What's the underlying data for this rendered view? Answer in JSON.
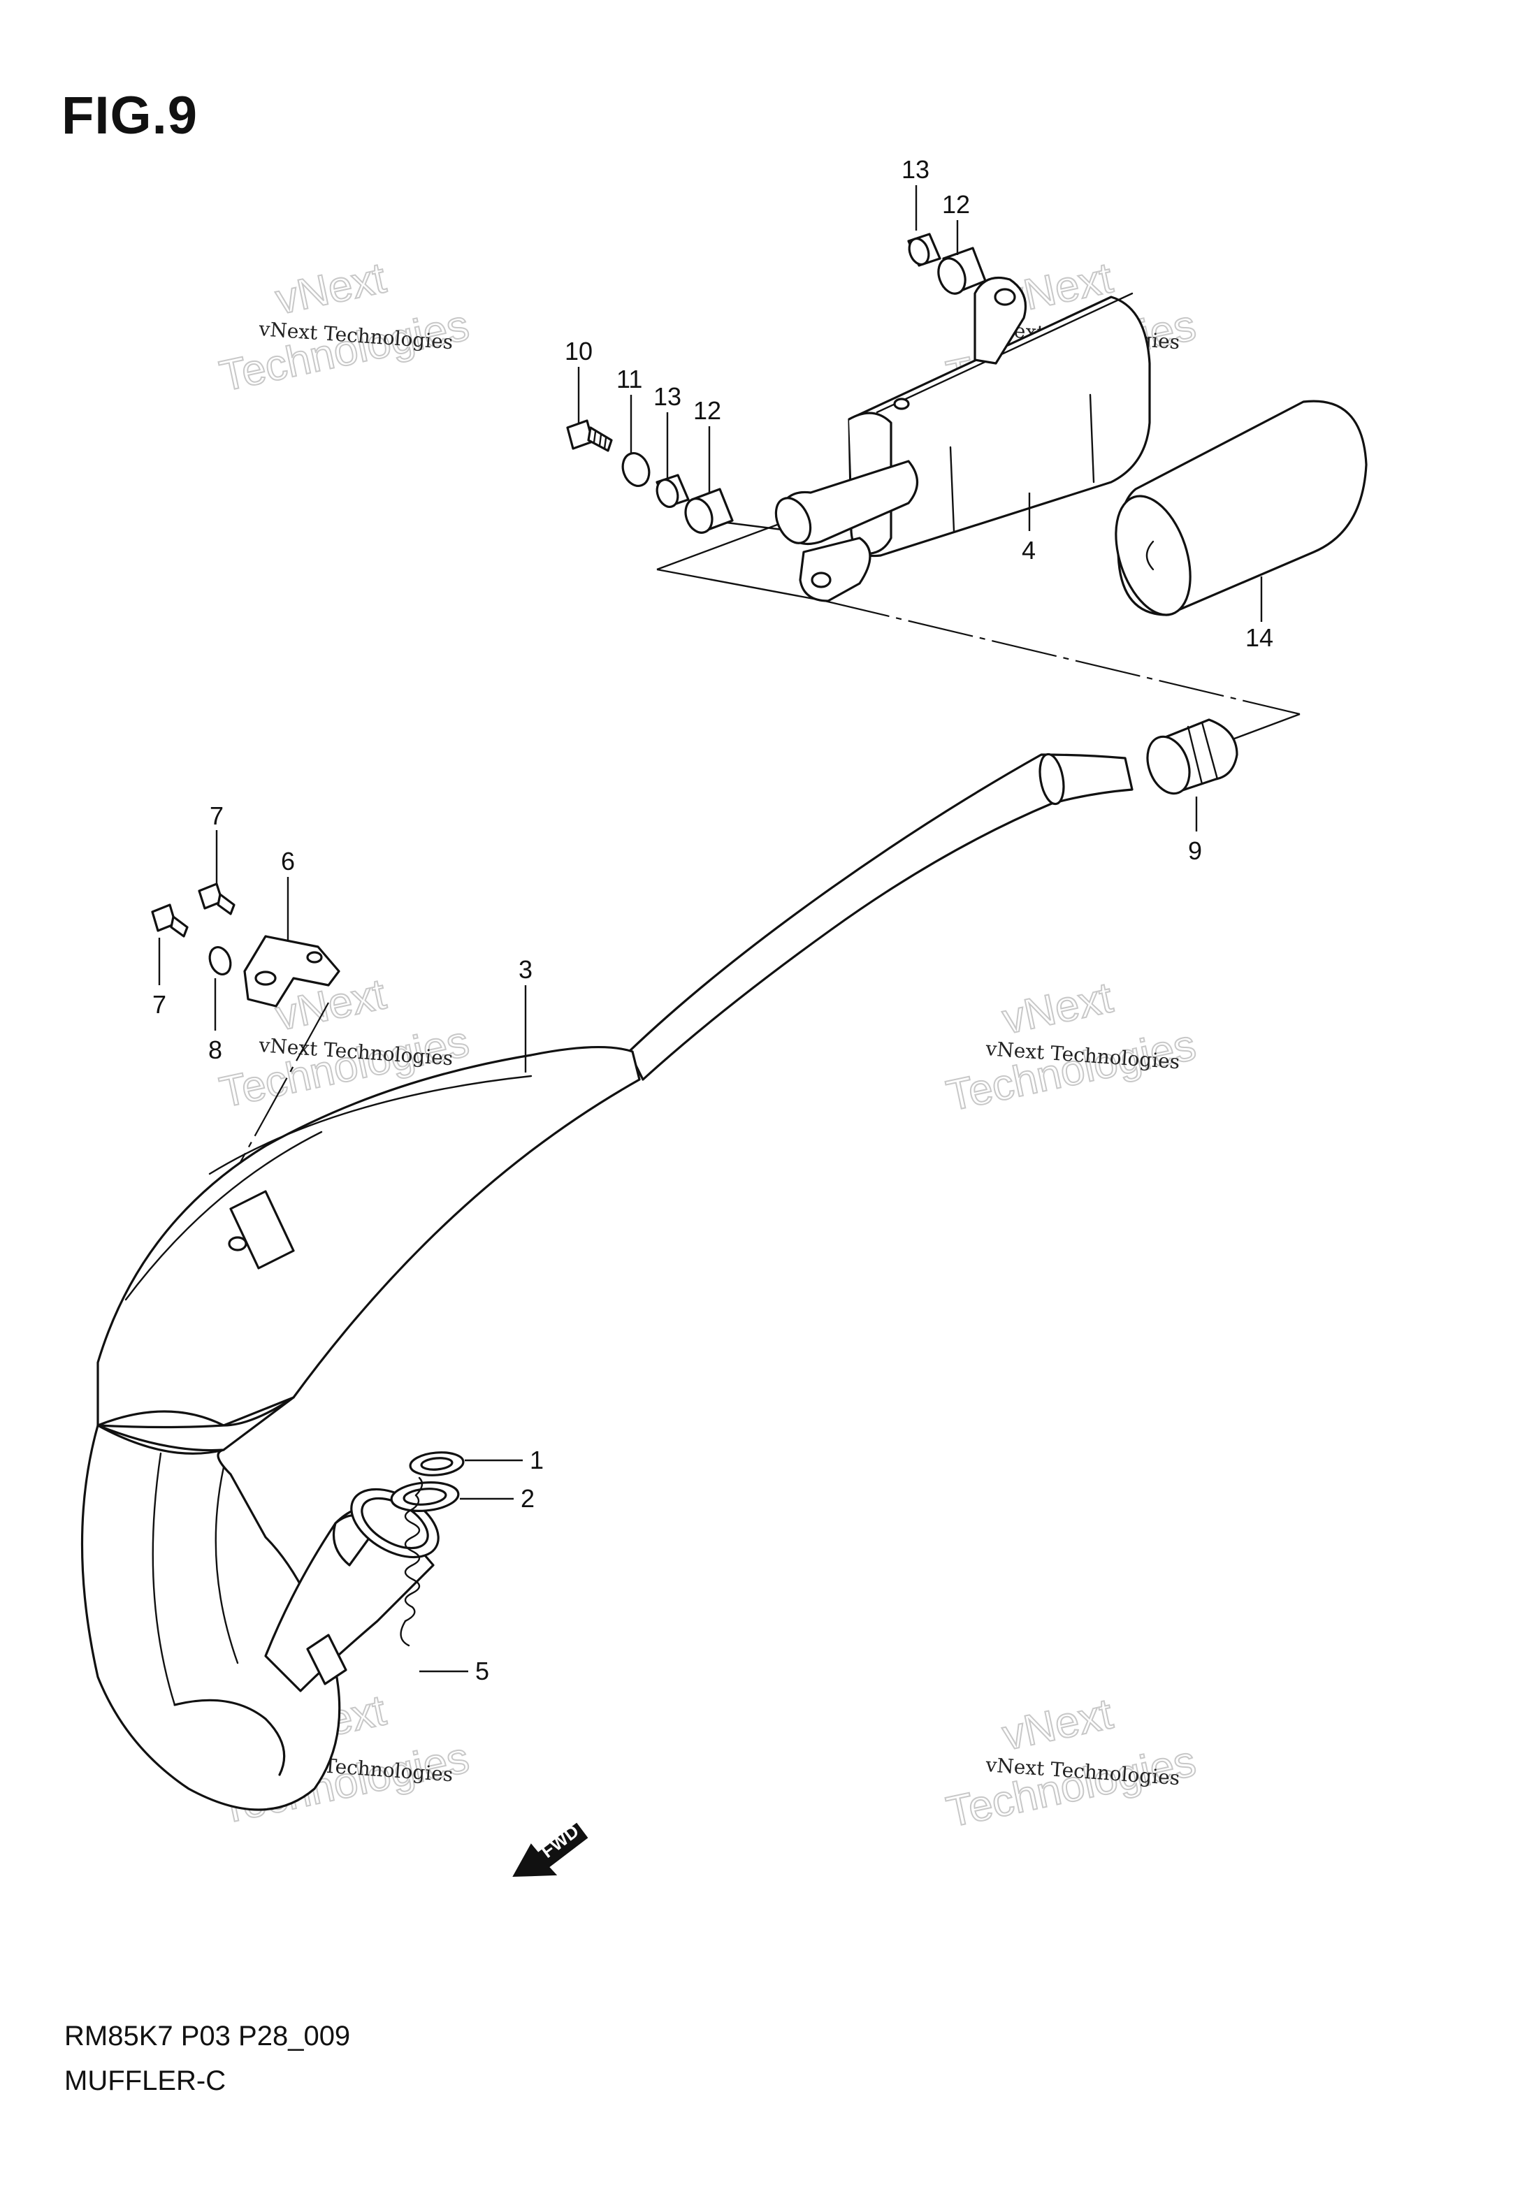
{
  "figure": {
    "title": "FIG.9",
    "model_code": "RM85K7  P03  P28_009",
    "name": "MUFFLER-C"
  },
  "callouts": [
    {
      "id": "c13a",
      "number": "13",
      "part": "13"
    },
    {
      "id": "c12a",
      "number": "12",
      "part": "12"
    },
    {
      "id": "c10",
      "number": "10",
      "part": "10"
    },
    {
      "id": "c11",
      "number": "11",
      "part": "11"
    },
    {
      "id": "c13b",
      "number": "13",
      "part": "13"
    },
    {
      "id": "c12b",
      "number": "12",
      "part": "12"
    },
    {
      "id": "c4",
      "number": "4",
      "part": "4"
    },
    {
      "id": "c14",
      "number": "14",
      "part": "14"
    },
    {
      "id": "c9",
      "number": "9",
      "part": "9"
    },
    {
      "id": "c7a",
      "number": "7",
      "part": "7"
    },
    {
      "id": "c6",
      "number": "6",
      "part": "6"
    },
    {
      "id": "c7b",
      "number": "7",
      "part": "7"
    },
    {
      "id": "c8",
      "number": "8",
      "part": "8"
    },
    {
      "id": "c3",
      "number": "3",
      "part": "3"
    },
    {
      "id": "c1",
      "number": "1",
      "part": "1"
    },
    {
      "id": "c2",
      "number": "2",
      "part": "2"
    },
    {
      "id": "c5",
      "number": "5",
      "part": "5"
    }
  ],
  "direction_marker": "FWD",
  "watermark": {
    "line1": "vNext Technologies",
    "large_a": "vNext",
    "large_b": "Technologies"
  }
}
